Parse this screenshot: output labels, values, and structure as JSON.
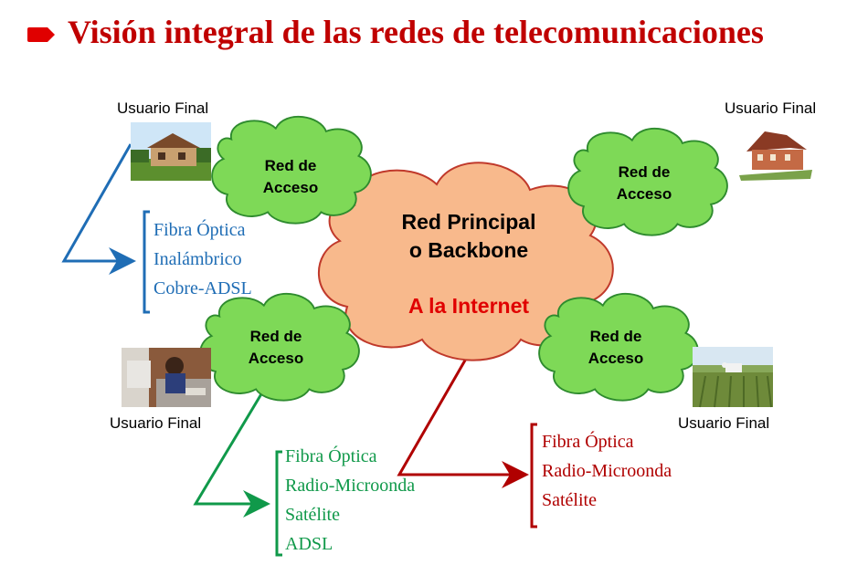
{
  "title": "Visión integral de las redes de telecomunicaciones",
  "colors": {
    "title": "#c00000",
    "access_cloud": "#7ed957",
    "core_cloud": "#f8b98c",
    "blue_link": "#1f6db5",
    "green_link": "#10994a",
    "red_link": "#b00000",
    "internet_text": "#e00000"
  },
  "core": {
    "line1": "Red Principal",
    "line2": "o Backbone",
    "sub": "A la Internet"
  },
  "access_networks": [
    {
      "line1": "Red de",
      "line2": "Acceso"
    },
    {
      "line1": "Red de",
      "line2": "Acceso"
    },
    {
      "line1": "Red de",
      "line2": "Acceso"
    },
    {
      "line1": "Red de",
      "line2": "Acceso"
    }
  ],
  "users": [
    {
      "label": "Usuario Final",
      "photo": "house-photo"
    },
    {
      "label": "Usuario Final",
      "photo": "brick-house-photo"
    },
    {
      "label": "Usuario Final",
      "photo": "person-at-computer-photo"
    },
    {
      "label": "Usuario Final",
      "photo": "farm-field-photo"
    }
  ],
  "media_lists": {
    "blue": [
      "Fibra Óptica",
      "Inalámbrico",
      "Cobre-ADSL"
    ],
    "green": [
      "Fibra Óptica",
      "Radio-Microonda",
      "Satélite",
      "ADSL"
    ],
    "red": [
      "Fibra Óptica",
      "Radio-Microonda",
      "Satélite"
    ]
  }
}
